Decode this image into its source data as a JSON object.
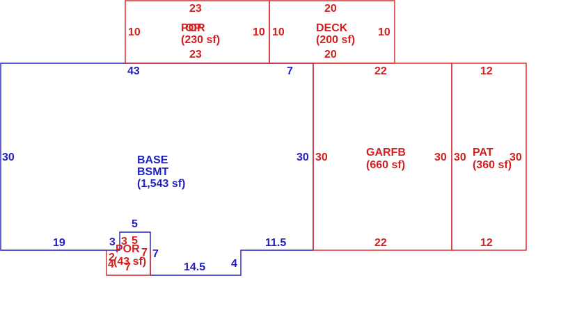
{
  "colors": {
    "main_area": "#1f1fbf",
    "addition": "#d21f1f",
    "background": "#ffffff"
  },
  "areas": {
    "base": {
      "line1": "BASE",
      "line2": "BSMT",
      "line3": "(1,543 sf)",
      "dims": {
        "top_left": "43",
        "top_right": "7",
        "left": "30",
        "right": "30",
        "bottom_left": "19",
        "step_left": "3",
        "step_top": "5",
        "step_right": "7",
        "bottom_mid": "14.5",
        "bottom_step": "4",
        "bottom_right": "11.5"
      }
    },
    "por_top": {
      "line1": "POR",
      "line2": "(230 sf)",
      "overlap": "OP",
      "dims": {
        "top": "23",
        "bottom": "23",
        "left": "10",
        "right": "10"
      }
    },
    "deck": {
      "line1": "DECK",
      "line2": "(200 sf)",
      "dims": {
        "top": "20",
        "bottom": "20",
        "left": "10",
        "right": "10"
      }
    },
    "garfb": {
      "line1": "GARFB",
      "line2": "(660 sf)",
      "dims": {
        "top": "22",
        "bottom": "22",
        "left": "30",
        "right": "30"
      }
    },
    "pat": {
      "line1": "PAT",
      "line2": "(360 sf)",
      "dims": {
        "top": "12",
        "bottom": "12",
        "left": "30",
        "right": "30"
      }
    },
    "por_small": {
      "line1": "POR",
      "line2": "(43 sf)",
      "dims": {
        "top_a": "3",
        "top_b": "5",
        "left_a": "2",
        "left_b": "4",
        "right": "7",
        "bottom": "7"
      }
    }
  }
}
